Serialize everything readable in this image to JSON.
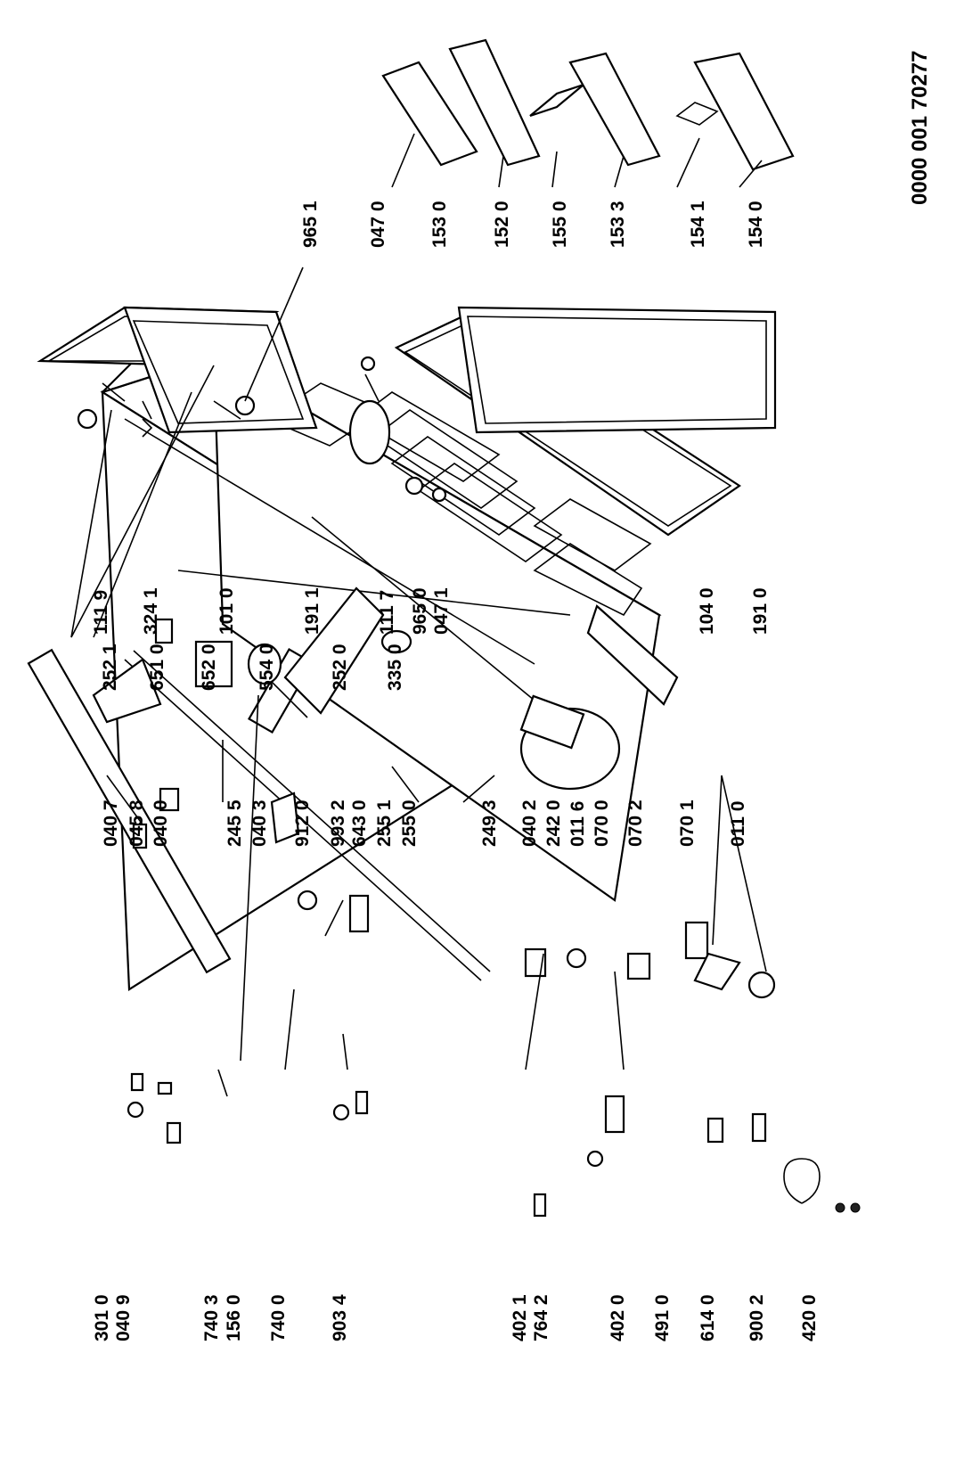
{
  "document_number": "0000 001 70277",
  "labels": {
    "l3010": "301 0",
    "l0409": "040 9",
    "l7403": "740 3",
    "l1560": "156 0",
    "l7400": "740 0",
    "l9034": "903 4",
    "l4021": "402 1",
    "l7642": "764 2",
    "l4020": "402 0",
    "l4910": "491 0",
    "l6140": "614 0",
    "l9002": "900 2",
    "l4200": "420 0",
    "l0407": "040 7",
    "l0458": "045 8",
    "l0400": "040 0",
    "l2455": "245 5",
    "l0403": "040 3",
    "l9120": "912 0",
    "l9932": "993 2",
    "l6430": "643 0",
    "l2551": "255 1",
    "l2550": "255 0",
    "l2493": "249 3",
    "l0402": "040 2",
    "l2420": "242 0",
    "l0116": "011 6",
    "l0700": "070 0",
    "l0702": "070 2",
    "l0701": "070 1",
    "l0110": "011 0",
    "l2521": "252 1",
    "l6510": "651 0",
    "l6520": "652 0",
    "l5540": "554 0",
    "l2520": "252 0",
    "l3350": "335 0",
    "l1119": "111 9",
    "l3241": "324 1",
    "l1010": "101 0",
    "l1911": "191 1",
    "l1117": "111 7",
    "l9650": "965 0",
    "l0471": "047 1",
    "l1040": "104 0",
    "l1910": "191 0",
    "l9651": "965 1",
    "l0470": "047 0",
    "l1530": "153 0",
    "l1520": "152 0",
    "l1550": "155 0",
    "l1533": "153 3",
    "l1541": "154 1",
    "l1540": "154 0"
  }
}
